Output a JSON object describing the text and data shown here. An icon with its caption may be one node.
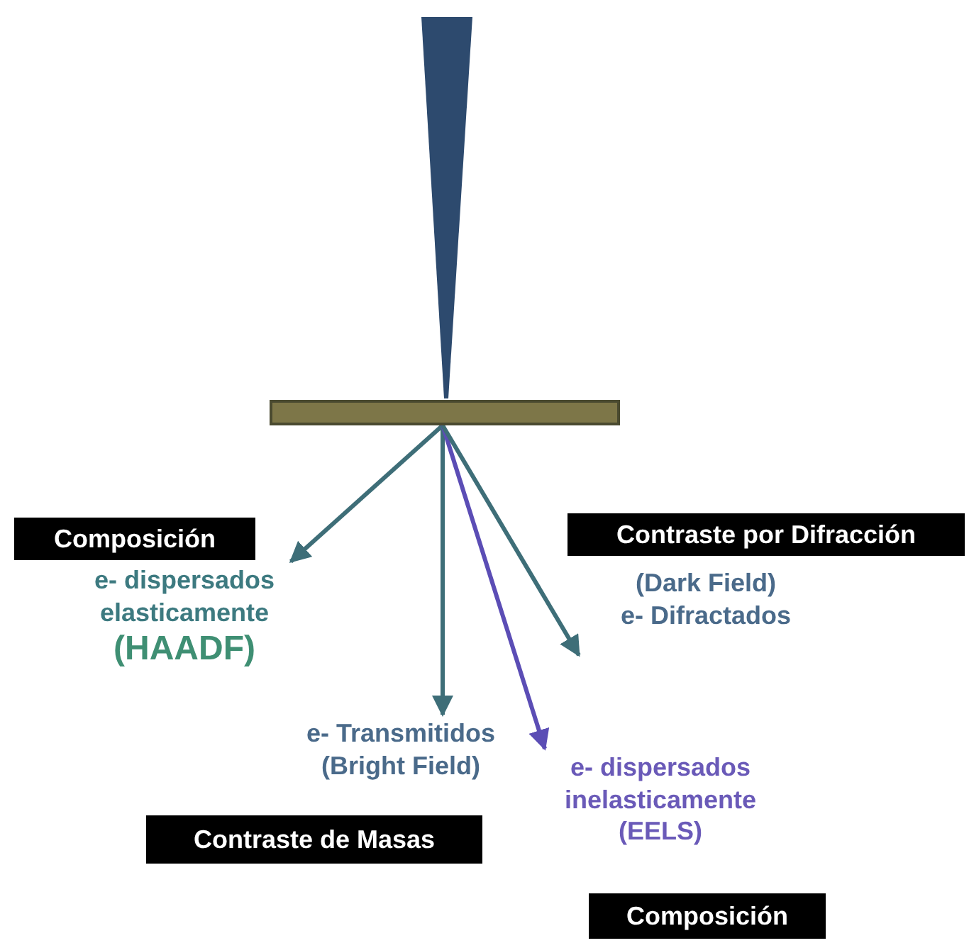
{
  "diagram": {
    "nodes": [
      {
        "text": [],
        "shape": "bar"
      },
      {
        "text": [
          "Composición"
        ]
      },
      {
        "text": [
          "Contraste por Difracción"
        ]
      },
      {
        "text": [
          "e- dispersados elasticamente",
          "(HAADF)"
        ]
      },
      {
        "text": [
          "(Dark Field)",
          "e- Difractados"
        ]
      },
      {
        "text": [
          "e- Transmitidos",
          "(Bright Field)"
        ]
      },
      {
        "text": [
          "e- dispersados inelasticamente",
          "(EELS)"
        ]
      },
      {
        "text": [
          "Contraste de Masas"
        ]
      },
      {
        "text": [
          "Composición"
        ]
      }
    ],
    "edges": [
      {
        "from": 0,
        "to": 3,
        "arrow": "to"
      },
      {
        "from": 0,
        "to": 5,
        "arrow": "to"
      },
      {
        "from": 0,
        "to": 6,
        "arrow": "to",
        "color": "#5b4db5"
      },
      {
        "from": 0,
        "to": 4,
        "arrow": "to"
      }
    ]
  }
}
